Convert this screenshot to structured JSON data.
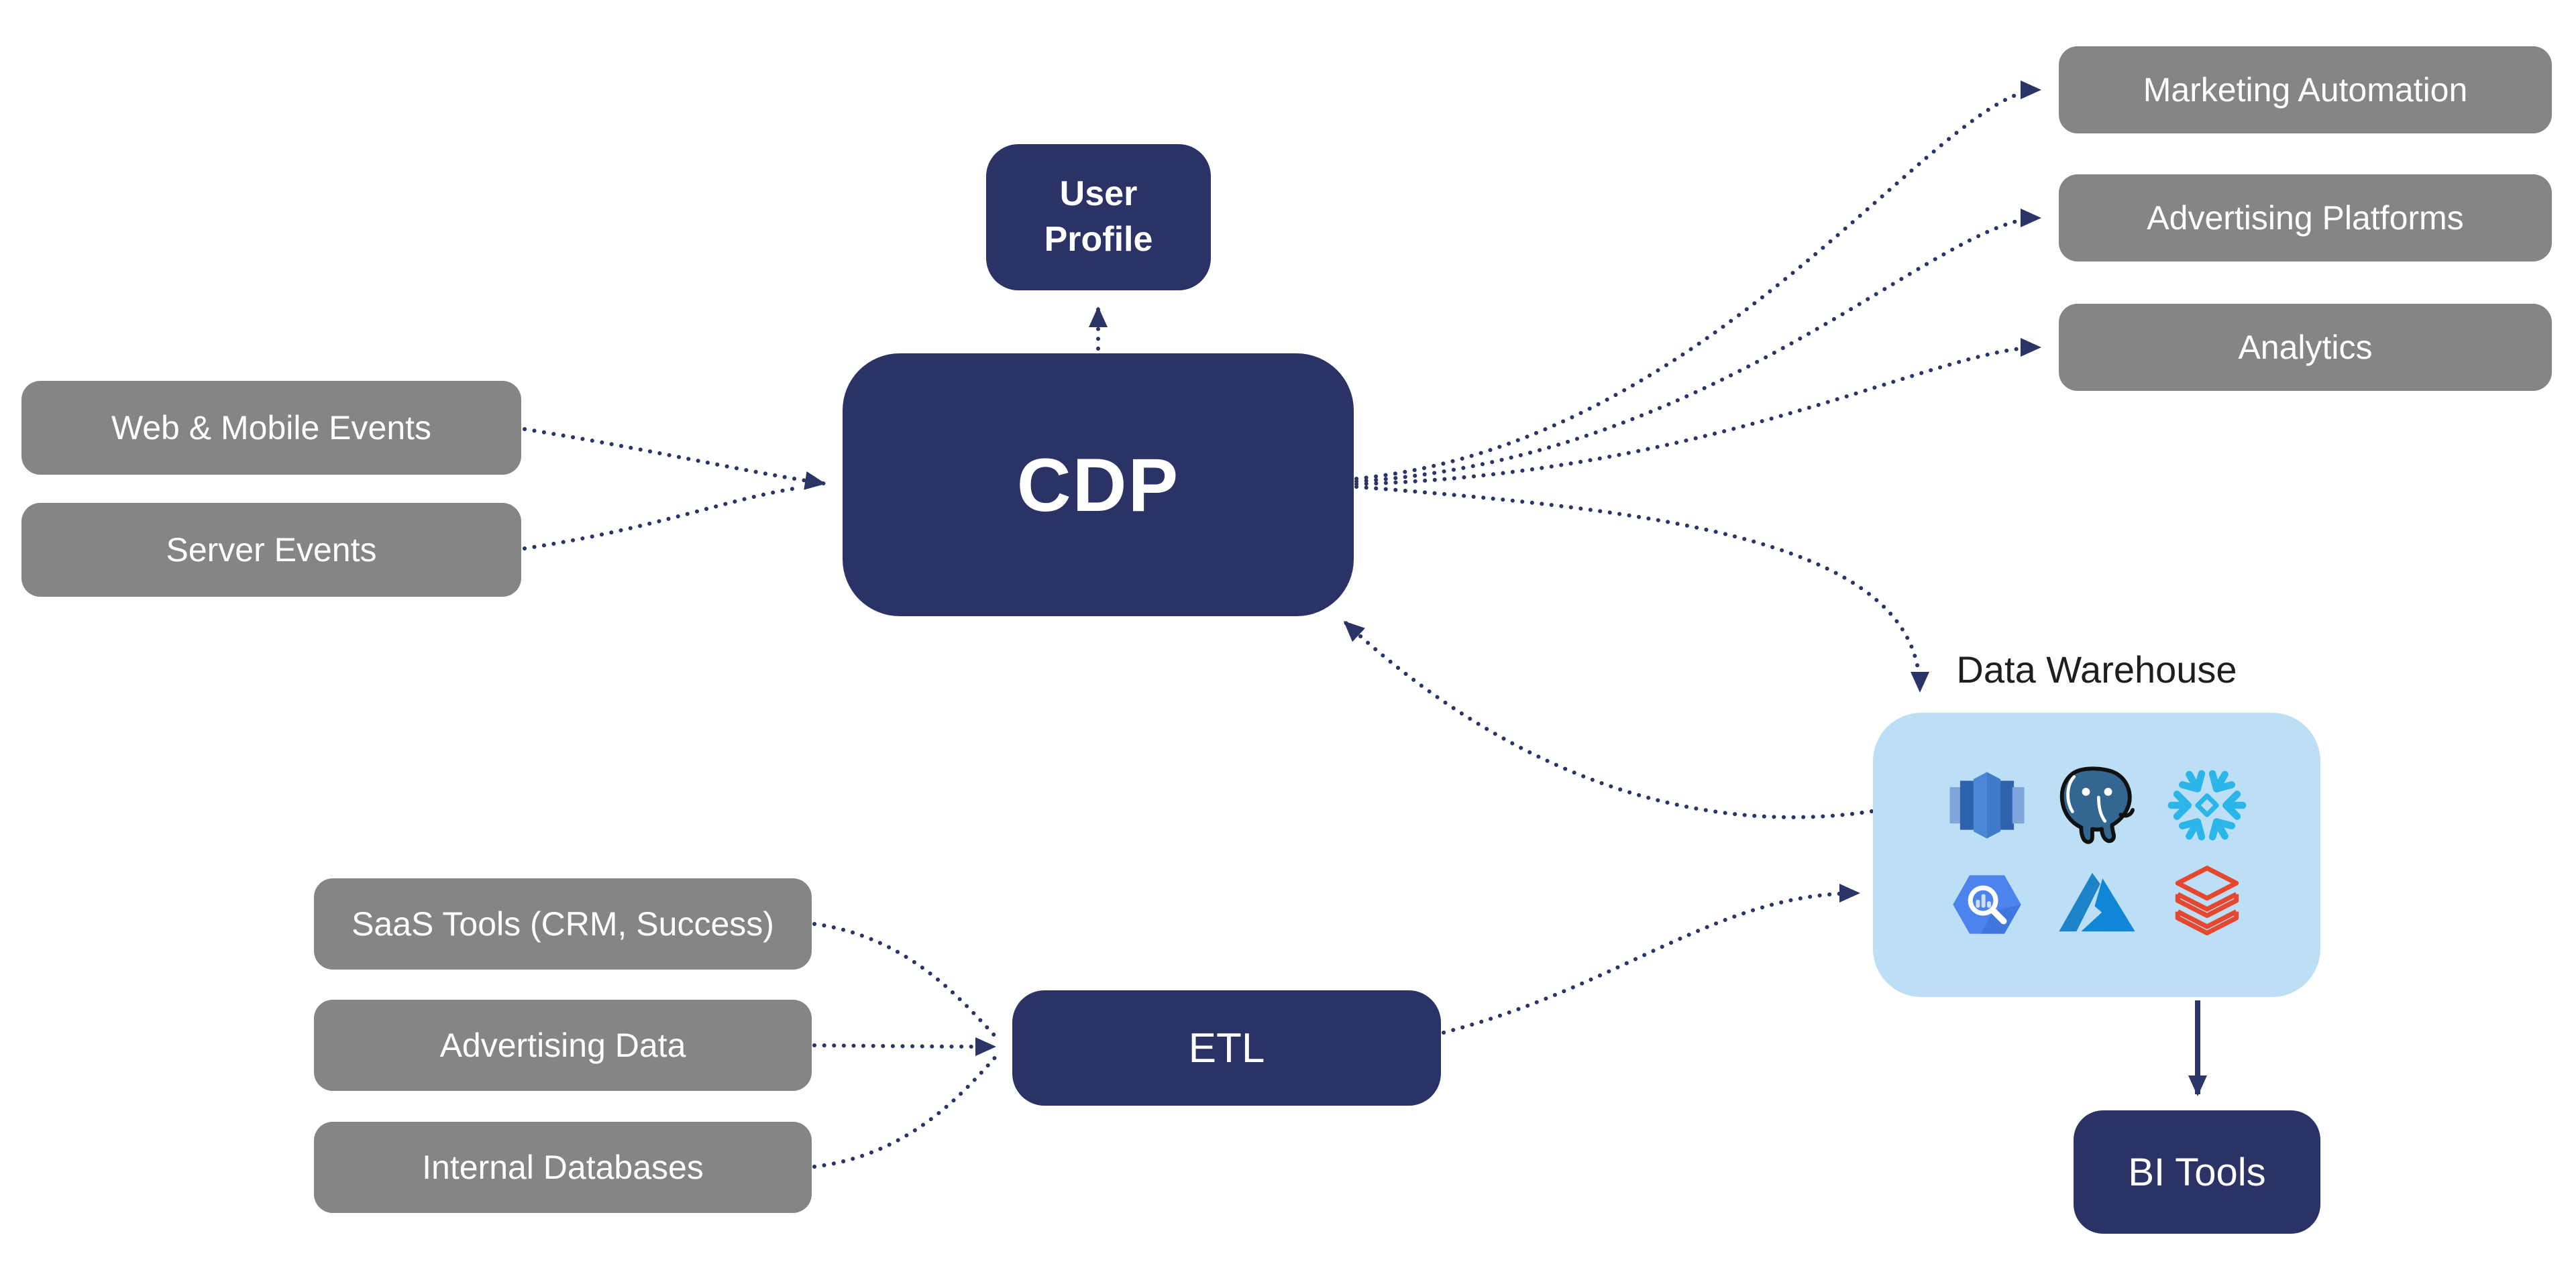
{
  "nodes": {
    "web_mobile_events": {
      "label": "Web & Mobile Events"
    },
    "server_events": {
      "label": "Server Events"
    },
    "user_profile": {
      "label": "User Profile",
      "lines": [
        "User",
        "Profile"
      ]
    },
    "cdp": {
      "label": "CDP"
    },
    "marketing_automation": {
      "label": "Marketing Automation"
    },
    "advertising_platforms": {
      "label": "Advertising Platforms"
    },
    "analytics": {
      "label": "Analytics"
    },
    "saas_tools": {
      "label": "SaaS Tools (CRM, Success)"
    },
    "advertising_data": {
      "label": "Advertising Data"
    },
    "internal_databases": {
      "label": "Internal Databases"
    },
    "etl": {
      "label": "ETL"
    },
    "data_warehouse": {
      "label": "Data Warehouse",
      "icons": [
        "redshift-icon",
        "postgresql-icon",
        "snowflake-icon",
        "bigquery-icon",
        "azure-icon",
        "databricks-icon"
      ]
    },
    "bi_tools": {
      "label": "BI Tools"
    }
  },
  "edges": [
    {
      "from": "web_mobile_events",
      "to": "cdp",
      "style": "dotted"
    },
    {
      "from": "server_events",
      "to": "cdp",
      "style": "dotted"
    },
    {
      "from": "cdp",
      "to": "user_profile",
      "style": "dotted"
    },
    {
      "from": "cdp",
      "to": "marketing_automation",
      "style": "dotted"
    },
    {
      "from": "cdp",
      "to": "advertising_platforms",
      "style": "dotted"
    },
    {
      "from": "cdp",
      "to": "analytics",
      "style": "dotted"
    },
    {
      "from": "cdp",
      "to": "data_warehouse",
      "style": "dotted"
    },
    {
      "from": "data_warehouse",
      "to": "cdp",
      "style": "dotted"
    },
    {
      "from": "saas_tools",
      "to": "etl",
      "style": "dotted"
    },
    {
      "from": "advertising_data",
      "to": "etl",
      "style": "dotted"
    },
    {
      "from": "internal_databases",
      "to": "etl",
      "style": "dotted"
    },
    {
      "from": "etl",
      "to": "data_warehouse",
      "style": "dotted"
    },
    {
      "from": "data_warehouse",
      "to": "bi_tools",
      "style": "solid"
    }
  ],
  "colors": {
    "navy": "#2B3366",
    "arrow": "#2B3467",
    "gray_box": "#858585",
    "light_blue_box": "#BDDFF6",
    "box_text": "#FFFFFF",
    "dw_label_text": "#1E1E1E",
    "snowflake_blue": "#2BB5E8",
    "postgres_teal": "#336791",
    "bigquery_blue": "#4C83EC",
    "azure_blue": "#0F86D6",
    "databricks_red": "#E5472F",
    "redshift_blue": "#3E7CC9"
  }
}
